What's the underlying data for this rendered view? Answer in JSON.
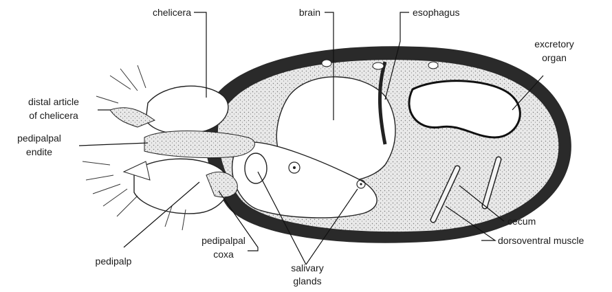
{
  "figure": {
    "labels": {
      "chelicera": "chelicera",
      "brain": "brain",
      "esophagus": "esophagus",
      "excretory_organ_1": "excretory",
      "excretory_organ_2": "organ",
      "distal_article_1": "distal article",
      "distal_article_2": "of chelicera",
      "pedipalpal_endite_1": "pedipalpal",
      "pedipalpal_endite_2": "endite",
      "pedipalpal_coxa_1": "pedipalpal",
      "pedipalpal_coxa_2": "coxa",
      "pedipalp": "pedipalp",
      "salivary_glands_1": "salivary",
      "salivary_glands_2": "glands",
      "cecum": "cecum",
      "dorsoventral_muscle": "dorsoventral muscle"
    }
  }
}
